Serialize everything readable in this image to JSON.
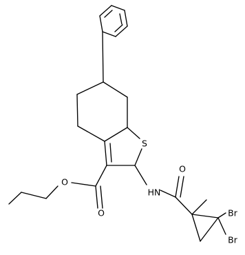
{
  "atoms": {
    "sulfur": "S",
    "nh": "HN",
    "ester_o_single": "O",
    "ester_o_double": "O",
    "amide_o": "O",
    "br_upper": "Br",
    "br_lower": "Br"
  },
  "colors": {
    "bond": "#000000",
    "label": "#000000",
    "background": "#ffffff"
  }
}
